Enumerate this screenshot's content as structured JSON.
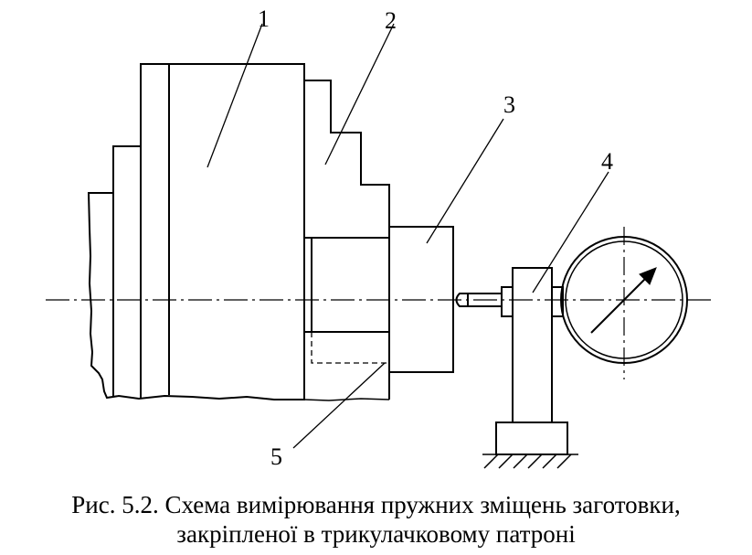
{
  "figure": {
    "callouts": [
      "1",
      "2",
      "3",
      "4",
      "5"
    ]
  },
  "caption": {
    "line1": "Рис. 5.2. Схема вимірювання пружних зміщень заготовки,",
    "line2": "закріпленої в трикулачковому патроні"
  }
}
